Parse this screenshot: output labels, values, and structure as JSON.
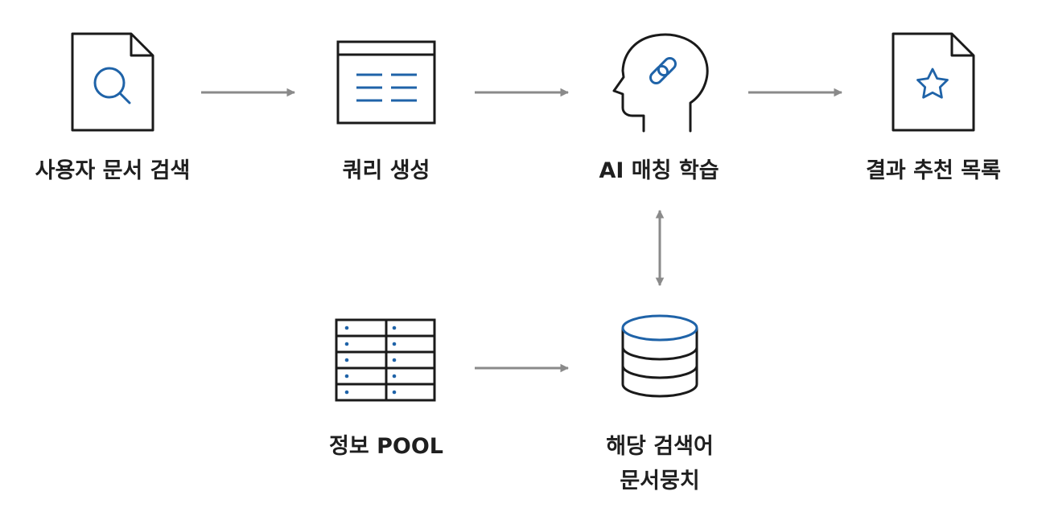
{
  "nodes": {
    "search": {
      "label": "사용자 문서 검색",
      "icon": "document-search-icon"
    },
    "query": {
      "label": "쿼리 생성",
      "icon": "query-window-icon"
    },
    "ai": {
      "label": "AI 매칭 학습",
      "icon": "head-link-icon"
    },
    "result": {
      "label": "결과 추천 목록",
      "icon": "document-star-icon"
    },
    "pool": {
      "label": "정보 POOL",
      "icon": "table-grid-icon"
    },
    "bundle": {
      "label_line1": "해당 검색어",
      "label_line2": "문서뭉치",
      "icon": "database-icon"
    }
  },
  "colors": {
    "stroke": "#1a1a1a",
    "accent": "#1f63a8",
    "arrow": "#8a8a8a"
  }
}
